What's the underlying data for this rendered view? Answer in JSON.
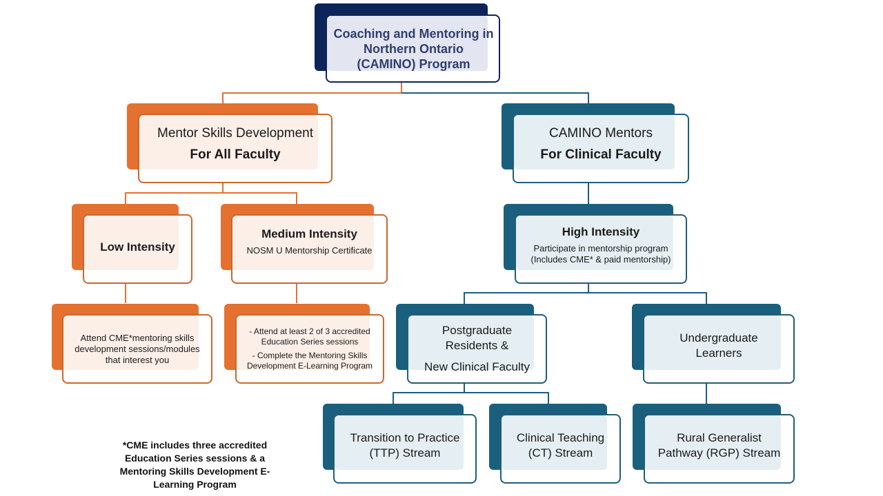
{
  "colors": {
    "orange": "#e57131",
    "teal": "#1a5f7d",
    "navy": "#0c245a"
  },
  "root": {
    "line1": "Coaching and Mentoring in",
    "line2": "Northern Ontario",
    "line3": "(CAMINO) Program"
  },
  "left_branch": {
    "title": "Mentor Skills Development",
    "subtitle": "For All Faculty",
    "low": {
      "title": "Low Intensity",
      "detail_line1": "Attend CME*mentoring skills",
      "detail_line2": "development sessions/modules",
      "detail_line3": "that interest you"
    },
    "medium": {
      "title": "Medium Intensity",
      "subtitle": "NOSM U Mentorship Certificate",
      "detail_a1": "- Attend at least 2 of 3 accredited",
      "detail_a2": "Education Series sessions",
      "detail_b1": "- Complete the Mentoring Skills",
      "detail_b2": "Development E-Learning Program"
    }
  },
  "right_branch": {
    "title": "CAMINO Mentors",
    "subtitle": "For Clinical Faculty",
    "high": {
      "title": "High Intensity",
      "line1": "Participate in mentorship program",
      "line2": "(Includes CME* & paid mentorship)"
    },
    "postgrad": {
      "line1": "Postgraduate",
      "line2": "Residents &",
      "line3": "New Clinical Faculty"
    },
    "undergrad": {
      "line1": "Undergraduate",
      "line2": "Learners"
    },
    "ttp": {
      "line1": "Transition to Practice",
      "line2": "(TTP) Stream"
    },
    "ct": {
      "line1": "Clinical Teaching",
      "line2": "(CT) Stream"
    },
    "rgp": {
      "line1": "Rural Generalist",
      "line2": "Pathway (RGP) Stream"
    }
  },
  "footnote": {
    "line1": "*CME includes three accredited",
    "line2": "Education Series sessions & a",
    "line3": "Mentoring Skills Development E-",
    "line4": "Learning Program"
  }
}
